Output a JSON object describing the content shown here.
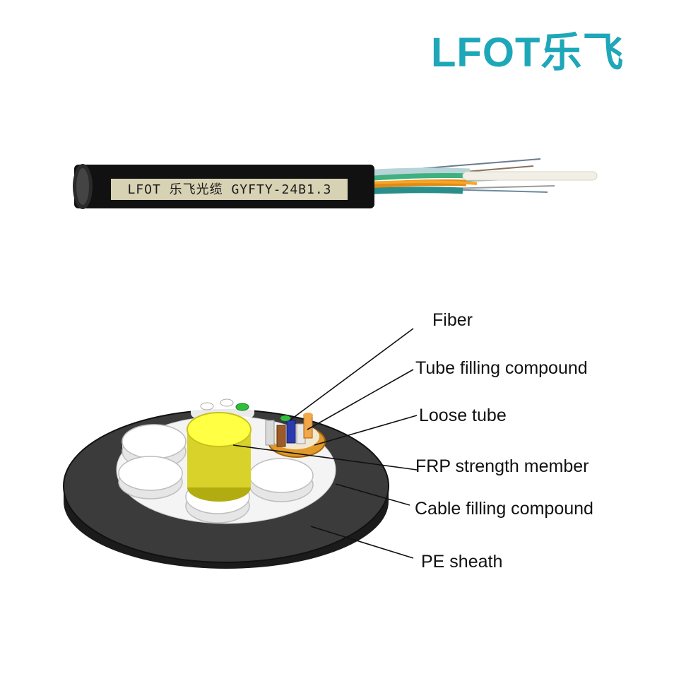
{
  "logo": {
    "text": "LFOT乐飞",
    "color": "#1ea7b8"
  },
  "cable": {
    "print": "LFOT 乐飞光缆 GYFTY-24B1.3",
    "sheath_color": "#111111"
  },
  "diagram": {
    "labels": [
      "Fiber",
      "Tube filling compound",
      "Loose tube",
      "FRP strength member",
      "Cable filling compound",
      "PE sheath"
    ]
  }
}
